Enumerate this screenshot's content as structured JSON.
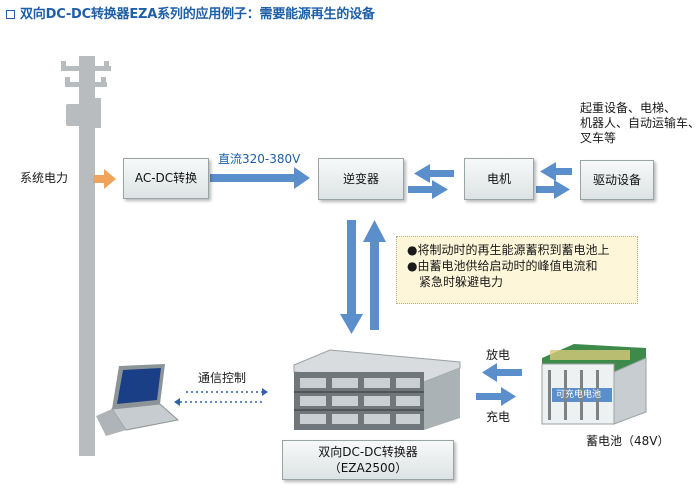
{
  "title": "双向DC-DC转换器EZA系列的应用例子：需要能源再生的设备",
  "labels": {
    "grid_power": "系统电力",
    "dc_line": "直流320-380V",
    "applications": [
      "起重设备、电梯、",
      "机器人、自动运输车、",
      "叉车等"
    ],
    "communication": "通信控制",
    "discharge": "放电",
    "charge": "充电",
    "battery": "蓄电池（48V）",
    "battery_sticker": "可充电电池"
  },
  "nodes": {
    "acdc": "AC-DC转换",
    "inverter": "逆变器",
    "motor": "电机",
    "drive": "驱动设备",
    "converter": [
      "双向DC-DC转换器",
      "（EZA2500）"
    ]
  },
  "notes": [
    "●将制动时的再生能源蓄积到蓄电池上",
    "●由蓄电池供给启动时的峰值电流和",
    "紧急时躲避电力"
  ],
  "colors": {
    "title": "#1f5fa8",
    "arrow_blue": "#5b8fcb",
    "arrow_orange": "#f0a35a",
    "note_bg": "#fdf6d9"
  }
}
